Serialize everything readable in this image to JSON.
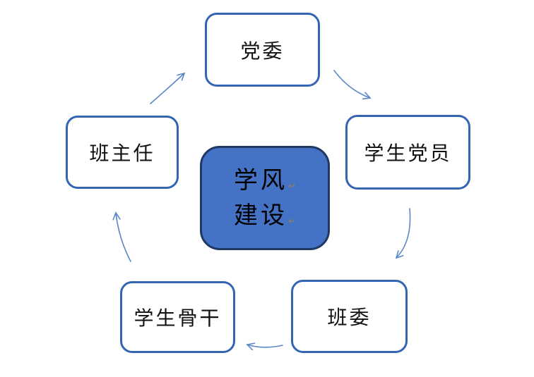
{
  "diagram": {
    "type": "cycle",
    "center": {
      "lines": [
        "学风",
        "建设"
      ],
      "paragraph_mark": "↵",
      "fill_color": "#4472C4",
      "border_color": "#1F3864",
      "text_color": "#000000"
    },
    "nodes": [
      {
        "position": "top",
        "label": "党委"
      },
      {
        "position": "upper-right",
        "label": "学生党员"
      },
      {
        "position": "lower-right",
        "label": "班委"
      },
      {
        "position": "lower-left",
        "label": "学生骨干"
      },
      {
        "position": "upper-left",
        "label": "班主任"
      }
    ],
    "flow": {
      "direction": "clockwise",
      "sequence": [
        "党委",
        "学生党员",
        "班委",
        "学生骨干",
        "班主任",
        "党委"
      ]
    },
    "colors": {
      "node_border": "#3465B2",
      "node_fill": "#FFFFFF",
      "arrow": "#5B87C7",
      "background": "#FFFFFF",
      "paragraph_mark": "#8F8164"
    }
  }
}
